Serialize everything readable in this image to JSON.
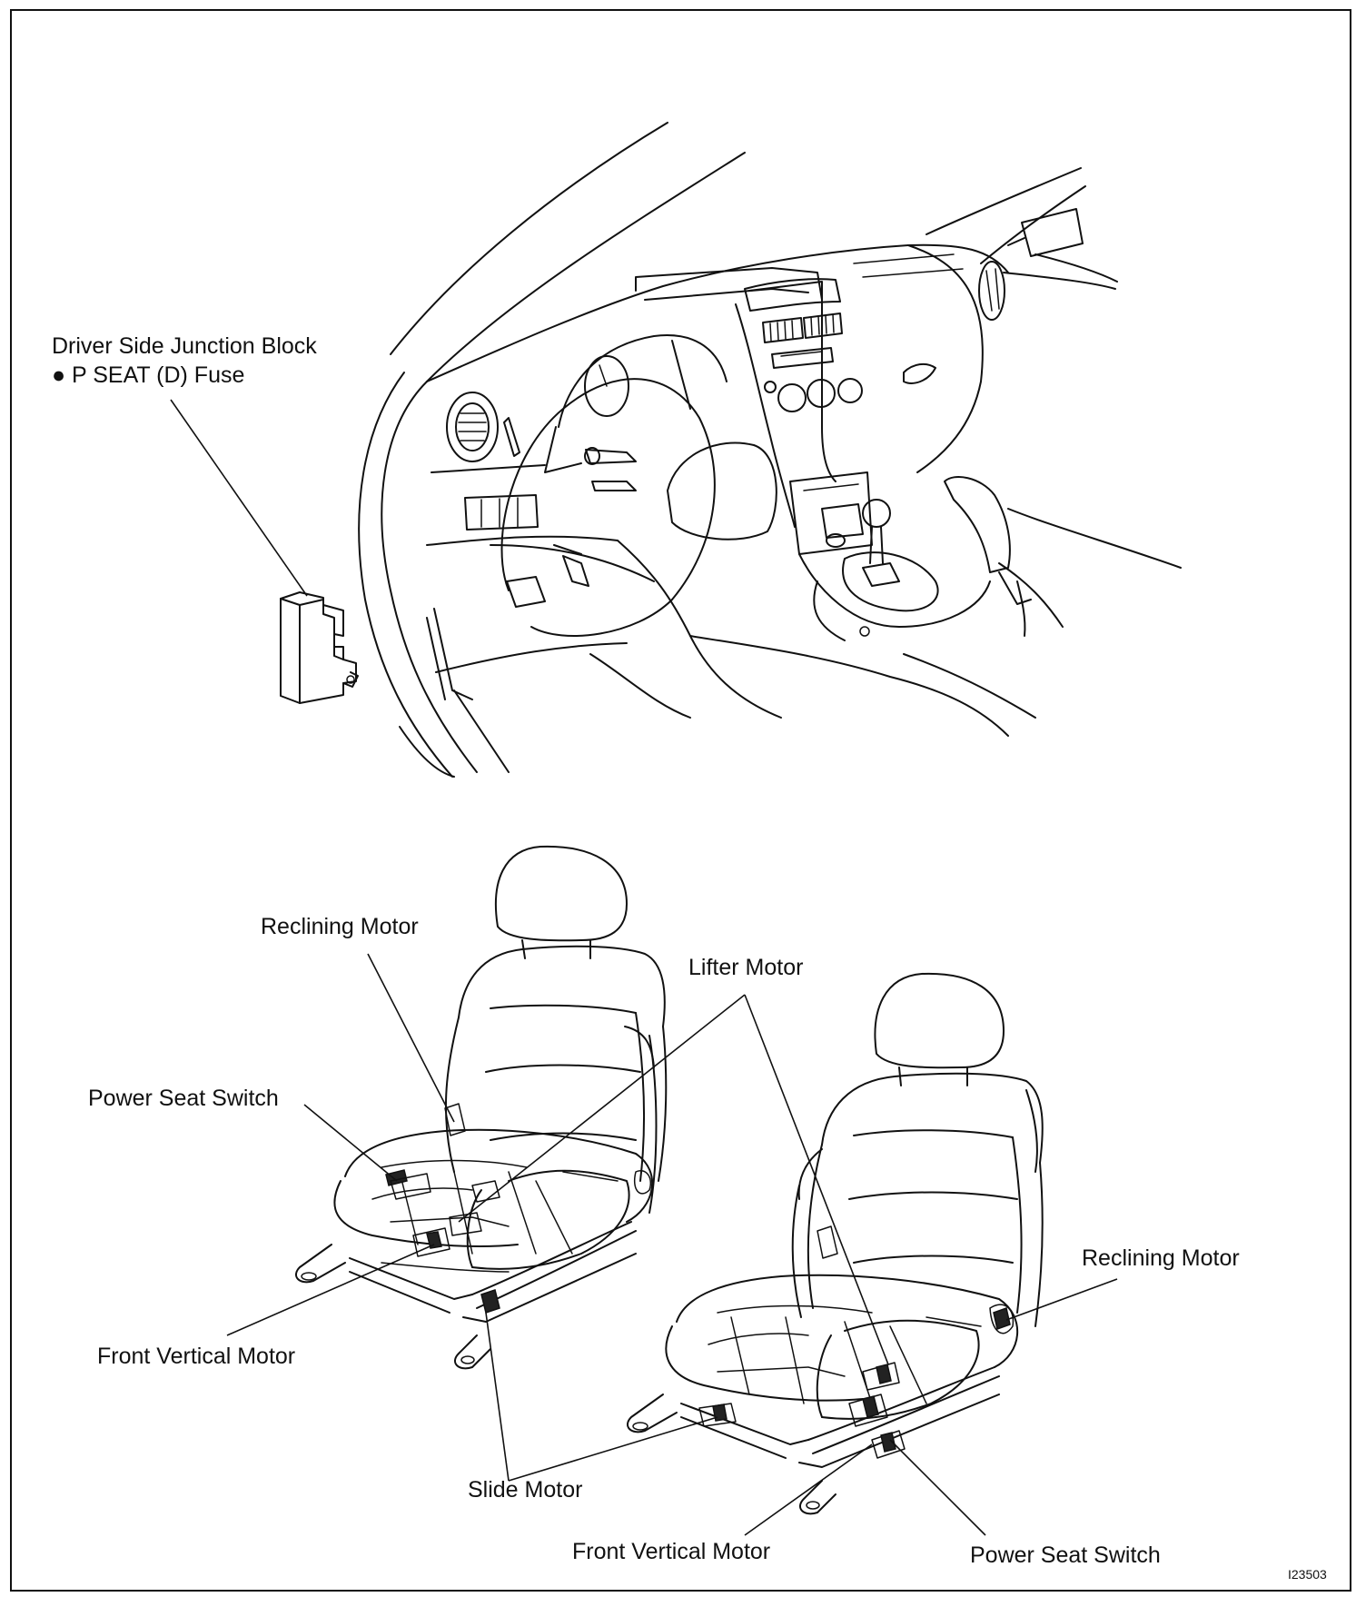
{
  "labels": {
    "junction_block": "Driver Side Junction Block",
    "fuse": "● P SEAT (D) Fuse",
    "reclining_left": "Reclining Motor",
    "lifter": "Lifter Motor",
    "power_switch_left": "Power Seat Switch",
    "front_vertical_left": "Front Vertical Motor",
    "slide": "Slide Motor",
    "front_vertical_right": "Front Vertical Motor",
    "power_switch_right": "Power Seat Switch",
    "reclining_right": "Reclining Motor"
  },
  "figure_code": "I23503"
}
